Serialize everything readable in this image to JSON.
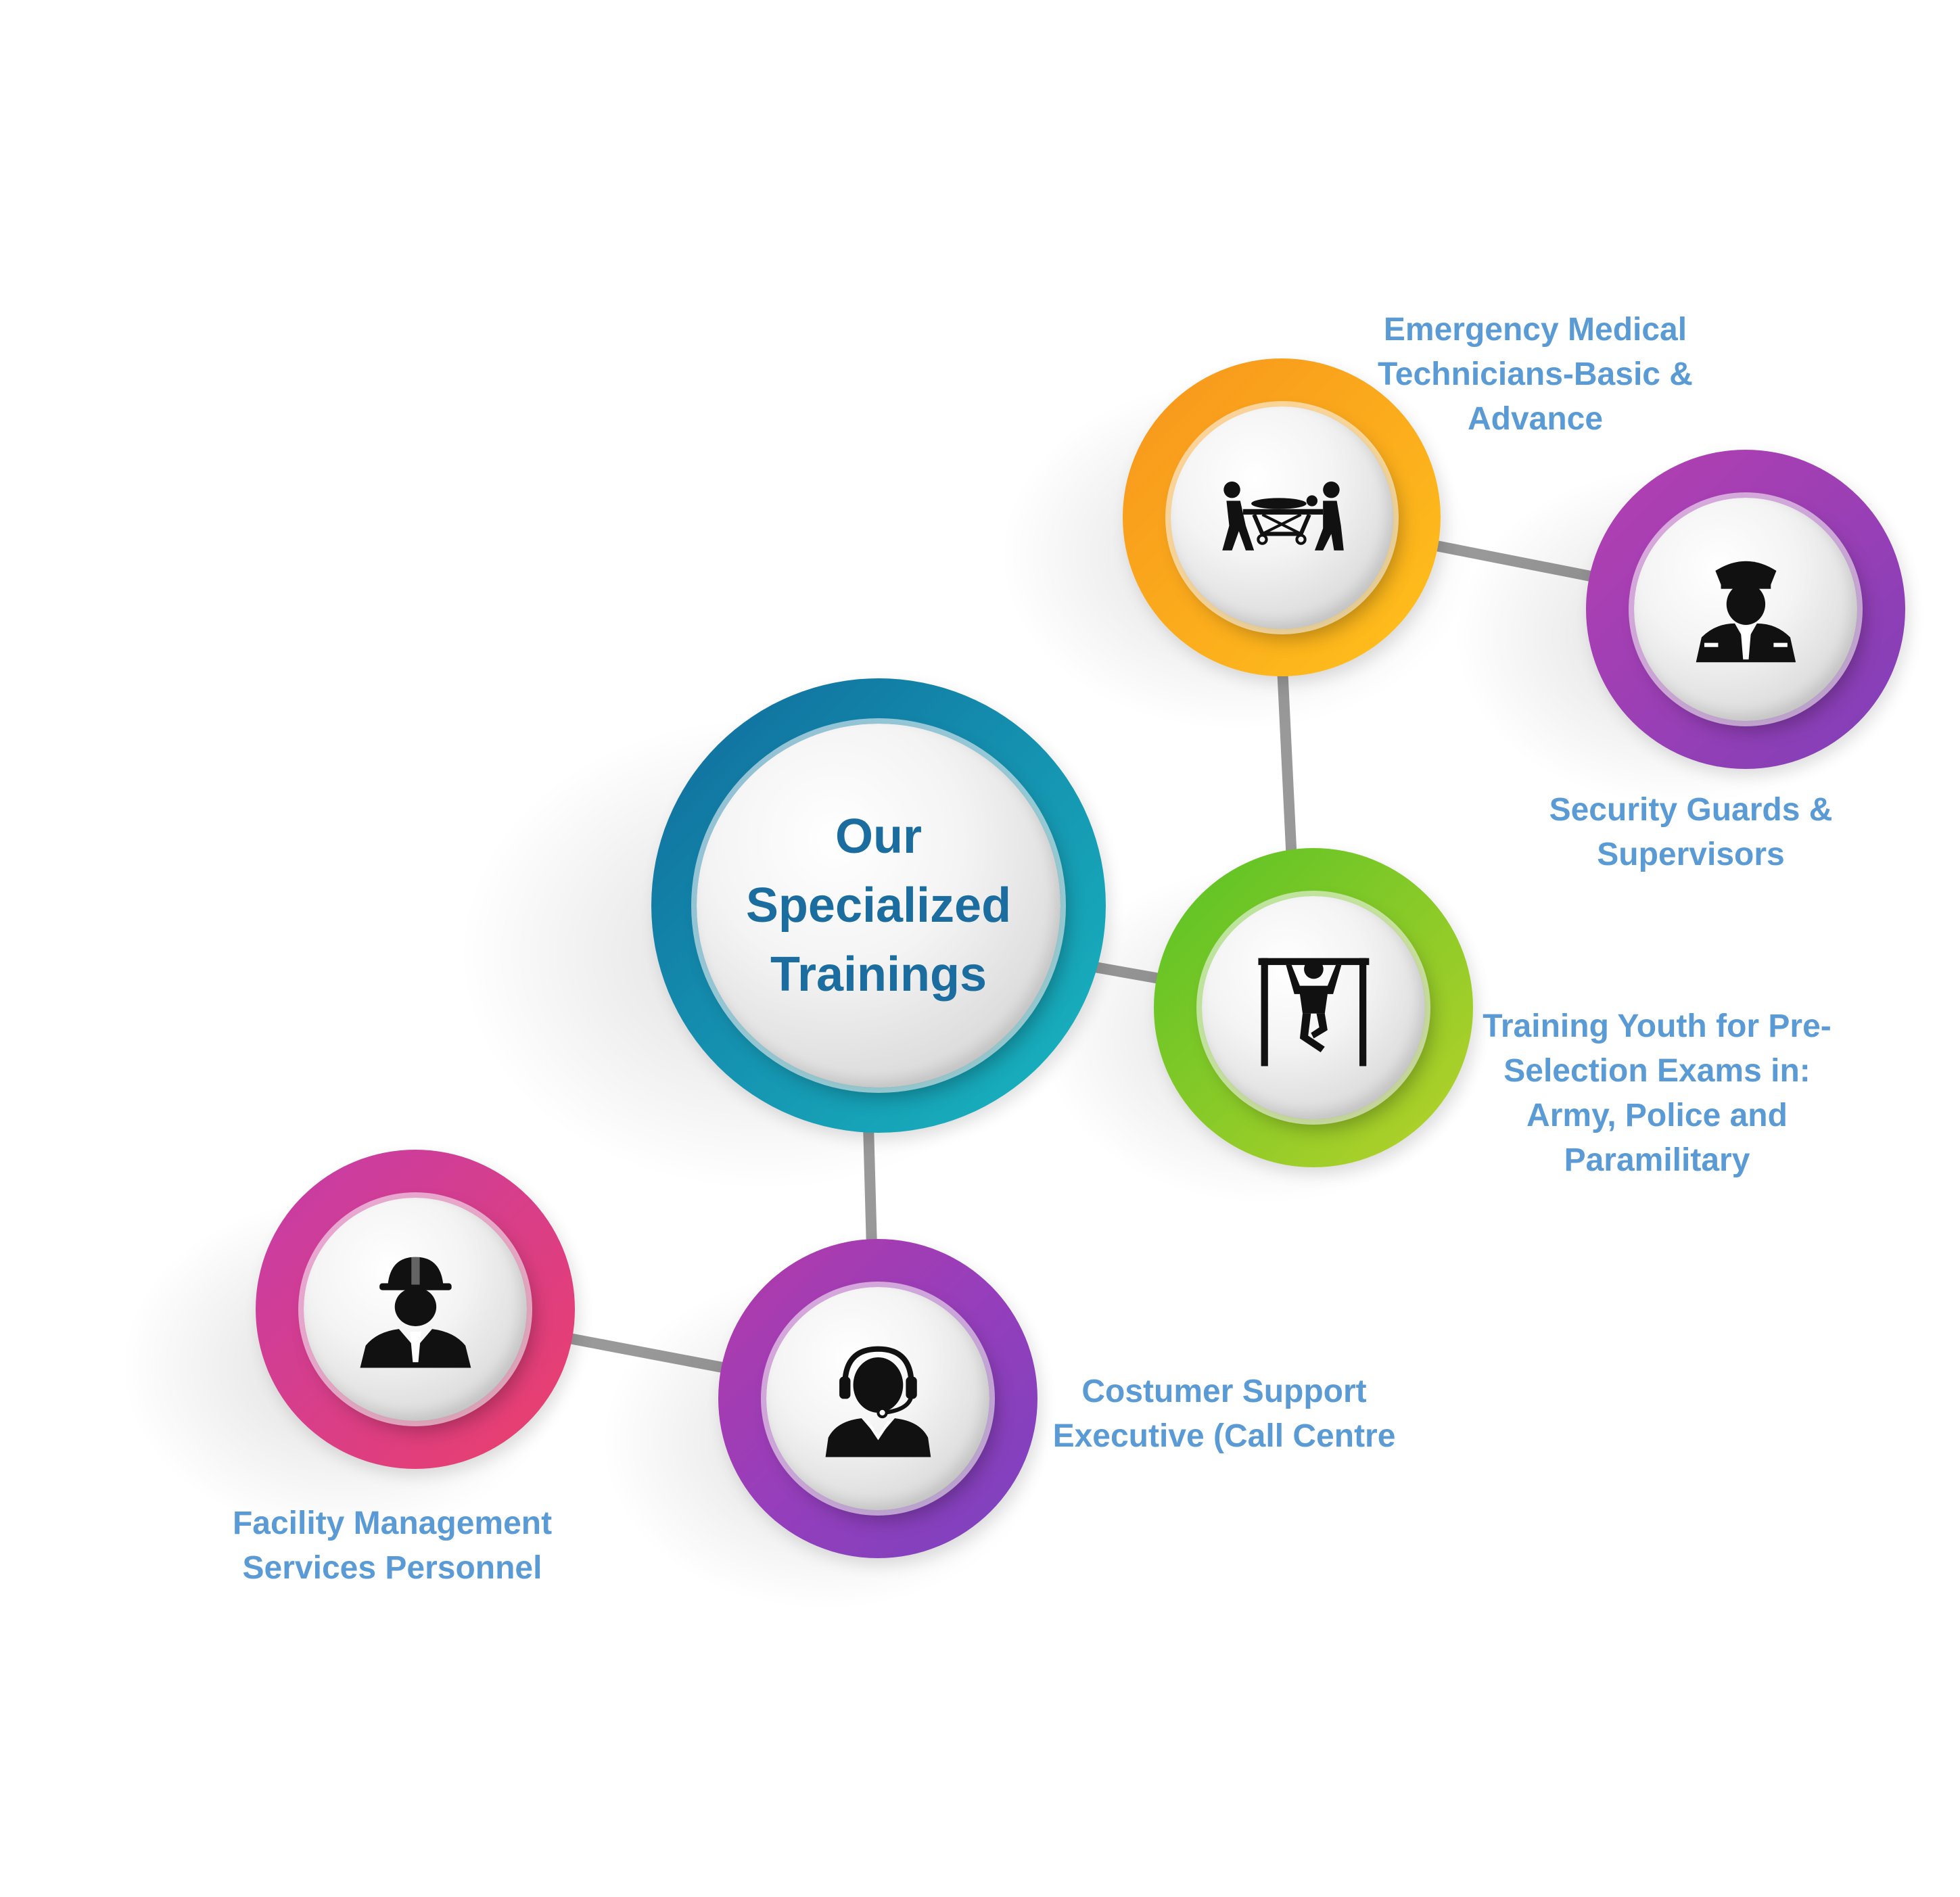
{
  "center": {
    "title_lines": [
      "Our",
      "Specialized",
      "Trainings"
    ],
    "ring_colors": [
      "#0f6a9b",
      "#18b7c0"
    ]
  },
  "nodes": {
    "emt": {
      "label_lines": [
        "Emergency Medical",
        "Technicians-Basic &",
        "Advance"
      ],
      "icon": "stretcher-icon",
      "ring_colors": [
        "#f7941d",
        "#ffc21b"
      ]
    },
    "security": {
      "label_lines": [
        "Security Guards &",
        "Supervisors"
      ],
      "icon": "security-guard-icon",
      "ring_colors": [
        "#b53fb0",
        "#7e3fb8"
      ]
    },
    "youth": {
      "label_lines": [
        "Training Youth for Pre-",
        "Selection Exams in:",
        "Army, Police and",
        "Paramilitary"
      ],
      "icon": "pull-up-bar-icon",
      "ring_colors": [
        "#57c225",
        "#b9d22a"
      ]
    },
    "support": {
      "label_lines": [
        "Costumer Support",
        "Executive (Call Centre"
      ],
      "icon": "headset-agent-icon",
      "ring_colors": [
        "#b33aa9",
        "#7a42bf"
      ]
    },
    "facility": {
      "label_lines": [
        "Facility Management",
        "Services Personnel"
      ],
      "icon": "hard-hat-worker-icon",
      "ring_colors": [
        "#c43ca9",
        "#ec3f6a"
      ]
    }
  },
  "colors": {
    "label_text": "#5b9bd5",
    "center_text": "#1a6d9e",
    "connector": "#999999"
  }
}
